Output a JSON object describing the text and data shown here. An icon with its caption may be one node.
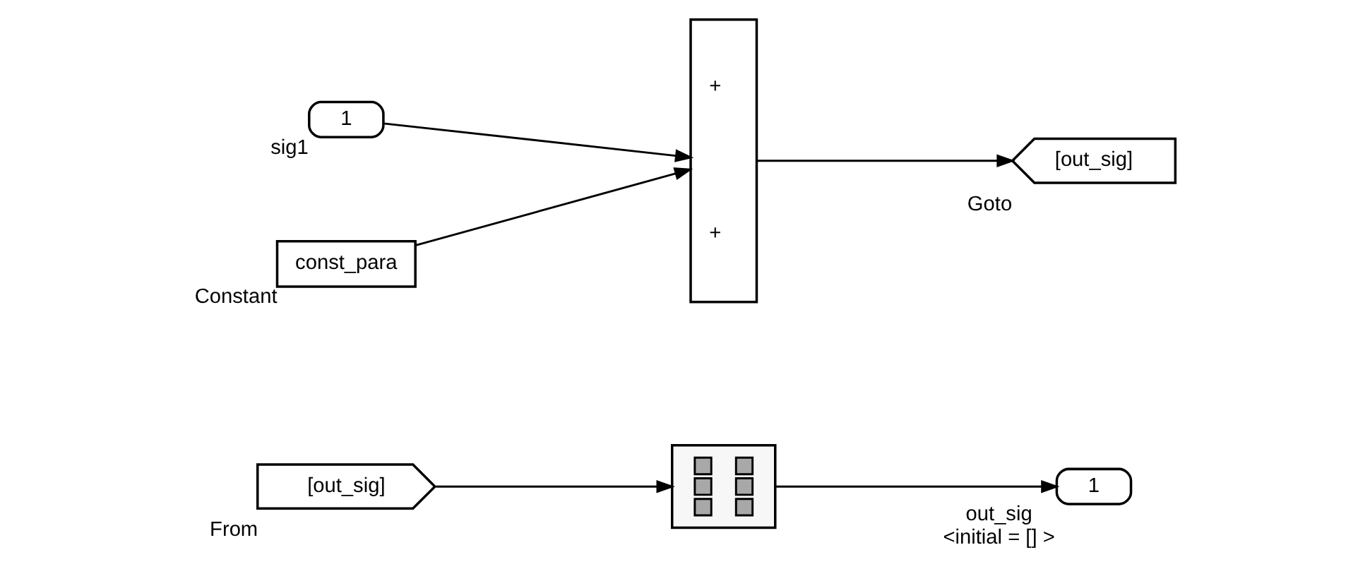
{
  "diagram": {
    "nodes": [
      {
        "text": [
          "1"
        ],
        "beside": [
          "sig1"
        ]
      },
      {
        "text": [
          "const_para"
        ],
        "beside": [
          "Constant"
        ]
      },
      {
        "text": [
          "+",
          "+"
        ]
      },
      {
        "text": [
          "[out_sig]"
        ],
        "beside": [
          "Goto"
        ]
      },
      {
        "text": [
          "[out_sig]"
        ],
        "beside": [
          "From"
        ]
      },
      {
        "text": [],
        "shape": "box"
      },
      {
        "text": [
          "1"
        ],
        "beside": [
          "out_sig",
          "<initial = [] >"
        ]
      }
    ],
    "edges": [
      {
        "from": 0,
        "to": 2,
        "arrow": "to"
      },
      {
        "from": 1,
        "to": 2,
        "arrow": "to"
      },
      {
        "from": 2,
        "to": 3,
        "arrow": "to"
      },
      {
        "from": 4,
        "to": 5,
        "arrow": "to"
      },
      {
        "from": 5,
        "to": 6,
        "arrow": "to"
      }
    ]
  }
}
